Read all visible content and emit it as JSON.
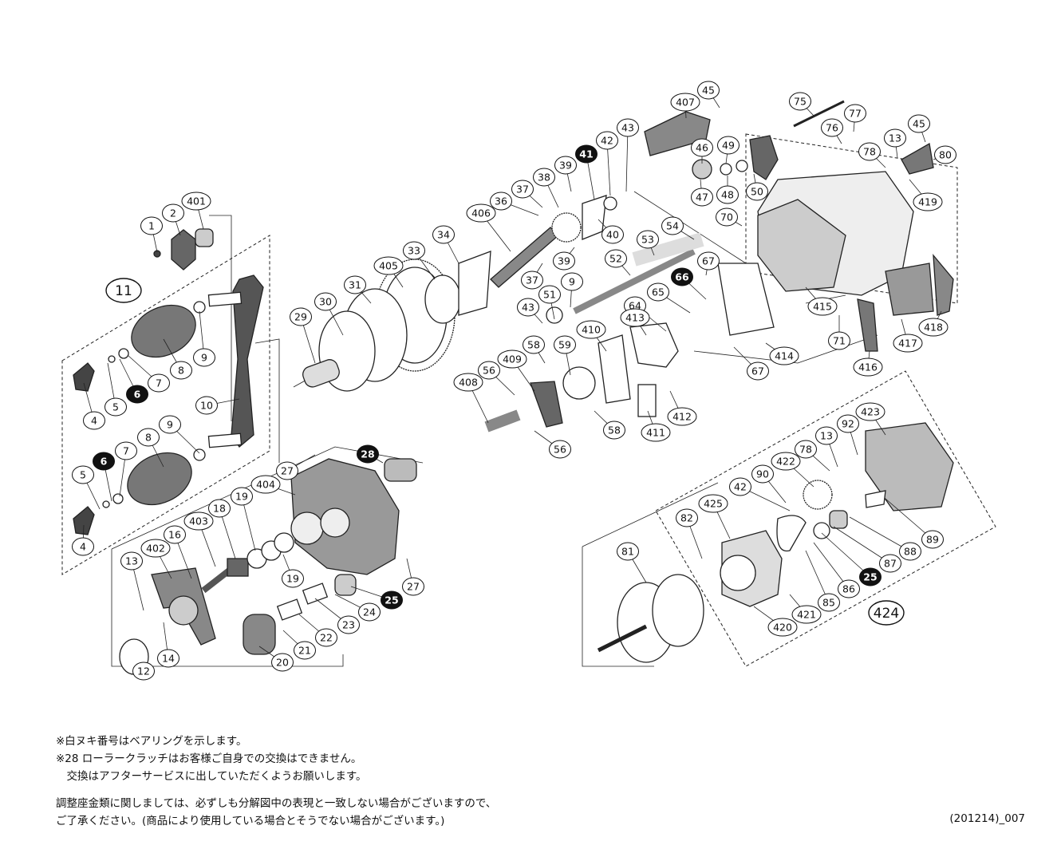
{
  "parts": [
    {
      "id": "p1",
      "label": "1",
      "style": "open"
    },
    {
      "id": "p2",
      "label": "2",
      "style": "open"
    },
    {
      "id": "p401",
      "label": "401",
      "style": "open"
    },
    {
      "id": "p11",
      "label": "11",
      "style": "set"
    },
    {
      "id": "p9a",
      "label": "9",
      "style": "open"
    },
    {
      "id": "p8a",
      "label": "8",
      "style": "open"
    },
    {
      "id": "p7a",
      "label": "7",
      "style": "open"
    },
    {
      "id": "p6a",
      "label": "6",
      "style": "bearing"
    },
    {
      "id": "p5a",
      "label": "5",
      "style": "open"
    },
    {
      "id": "p4a",
      "label": "4",
      "style": "open"
    },
    {
      "id": "p10",
      "label": "10",
      "style": "open"
    },
    {
      "id": "p9b",
      "label": "9",
      "style": "open"
    },
    {
      "id": "p8b",
      "label": "8",
      "style": "open"
    },
    {
      "id": "p7b",
      "label": "7",
      "style": "open"
    },
    {
      "id": "p6b",
      "label": "6",
      "style": "bearing"
    },
    {
      "id": "p5b",
      "label": "5",
      "style": "open"
    },
    {
      "id": "p4b",
      "label": "4",
      "style": "open"
    },
    {
      "id": "p29",
      "label": "29",
      "style": "open"
    },
    {
      "id": "p30",
      "label": "30",
      "style": "open"
    },
    {
      "id": "p31",
      "label": "31",
      "style": "open"
    },
    {
      "id": "p405",
      "label": "405",
      "style": "open"
    },
    {
      "id": "p33",
      "label": "33",
      "style": "open"
    },
    {
      "id": "p34",
      "label": "34",
      "style": "open"
    },
    {
      "id": "p406",
      "label": "406",
      "style": "open"
    },
    {
      "id": "p36",
      "label": "36",
      "style": "open"
    },
    {
      "id": "p37a",
      "label": "37",
      "style": "open"
    },
    {
      "id": "p38",
      "label": "38",
      "style": "open"
    },
    {
      "id": "p39a",
      "label": "39",
      "style": "open"
    },
    {
      "id": "p41",
      "label": "41",
      "style": "bearing"
    },
    {
      "id": "p42a",
      "label": "42",
      "style": "open"
    },
    {
      "id": "p43a",
      "label": "43",
      "style": "open"
    },
    {
      "id": "p40",
      "label": "40",
      "style": "open"
    },
    {
      "id": "p39b",
      "label": "39",
      "style": "open"
    },
    {
      "id": "p37b",
      "label": "37",
      "style": "open"
    },
    {
      "id": "p407",
      "label": "407",
      "style": "open"
    },
    {
      "id": "p45a",
      "label": "45",
      "style": "open"
    },
    {
      "id": "p46",
      "label": "46",
      "style": "open"
    },
    {
      "id": "p49",
      "label": "49",
      "style": "open"
    },
    {
      "id": "p47",
      "label": "47",
      "style": "open"
    },
    {
      "id": "p48",
      "label": "48",
      "style": "open"
    },
    {
      "id": "p50",
      "label": "50",
      "style": "open"
    },
    {
      "id": "p75",
      "label": "75",
      "style": "open"
    },
    {
      "id": "p77",
      "label": "77",
      "style": "open"
    },
    {
      "id": "p76",
      "label": "76",
      "style": "open"
    },
    {
      "id": "p78a",
      "label": "78",
      "style": "open"
    },
    {
      "id": "p13a",
      "label": "13",
      "style": "open"
    },
    {
      "id": "p45b",
      "label": "45",
      "style": "open"
    },
    {
      "id": "p80",
      "label": "80",
      "style": "open"
    },
    {
      "id": "p419",
      "label": "419",
      "style": "open"
    },
    {
      "id": "p70",
      "label": "70",
      "style": "open"
    },
    {
      "id": "p54",
      "label": "54",
      "style": "open"
    },
    {
      "id": "p53",
      "label": "53",
      "style": "open"
    },
    {
      "id": "p52",
      "label": "52",
      "style": "open"
    },
    {
      "id": "p67a",
      "label": "67",
      "style": "open"
    },
    {
      "id": "p66",
      "label": "66",
      "style": "bearing"
    },
    {
      "id": "p65",
      "label": "65",
      "style": "open"
    },
    {
      "id": "p51",
      "label": "51",
      "style": "open"
    },
    {
      "id": "p9c",
      "label": "9",
      "style": "open"
    },
    {
      "id": "p43b",
      "label": "43",
      "style": "open"
    },
    {
      "id": "p64",
      "label": "64",
      "style": "open"
    },
    {
      "id": "p415",
      "label": "415",
      "style": "open"
    },
    {
      "id": "p71",
      "label": "71",
      "style": "open"
    },
    {
      "id": "p418",
      "label": "418",
      "style": "open"
    },
    {
      "id": "p417",
      "label": "417",
      "style": "open"
    },
    {
      "id": "p416",
      "label": "416",
      "style": "open"
    },
    {
      "id": "p414",
      "label": "414",
      "style": "open"
    },
    {
      "id": "p67b",
      "label": "67",
      "style": "open"
    },
    {
      "id": "p410",
      "label": "410",
      "style": "open"
    },
    {
      "id": "p413",
      "label": "413",
      "style": "open"
    },
    {
      "id": "p58a",
      "label": "58",
      "style": "open"
    },
    {
      "id": "p59",
      "label": "59",
      "style": "open"
    },
    {
      "id": "p409",
      "label": "409",
      "style": "open"
    },
    {
      "id": "p56a",
      "label": "56",
      "style": "open"
    },
    {
      "id": "p408",
      "label": "408",
      "style": "open"
    },
    {
      "id": "p58b",
      "label": "58",
      "style": "open"
    },
    {
      "id": "p56b",
      "label": "56",
      "style": "open"
    },
    {
      "id": "p411",
      "label": "411",
      "style": "open"
    },
    {
      "id": "p412",
      "label": "412",
      "style": "open"
    },
    {
      "id": "p27a",
      "label": "27",
      "style": "open"
    },
    {
      "id": "p28",
      "label": "28",
      "style": "bearing"
    },
    {
      "id": "p404",
      "label": "404",
      "style": "open"
    },
    {
      "id": "p19a",
      "label": "19",
      "style": "open"
    },
    {
      "id": "p18",
      "label": "18",
      "style": "open"
    },
    {
      "id": "p403",
      "label": "403",
      "style": "open"
    },
    {
      "id": "p16",
      "label": "16",
      "style": "open"
    },
    {
      "id": "p402",
      "label": "402",
      "style": "open"
    },
    {
      "id": "p13b",
      "label": "13",
      "style": "open"
    },
    {
      "id": "p19b",
      "label": "19",
      "style": "open"
    },
    {
      "id": "p27b",
      "label": "27",
      "style": "open"
    },
    {
      "id": "p25a",
      "label": "25",
      "style": "bearing"
    },
    {
      "id": "p24",
      "label": "24",
      "style": "open"
    },
    {
      "id": "p23",
      "label": "23",
      "style": "open"
    },
    {
      "id": "p22",
      "label": "22",
      "style": "open"
    },
    {
      "id": "p21",
      "label": "21",
      "style": "open"
    },
    {
      "id": "p20",
      "label": "20",
      "style": "open"
    },
    {
      "id": "p14",
      "label": "14",
      "style": "open"
    },
    {
      "id": "p12",
      "label": "12",
      "style": "open"
    },
    {
      "id": "p423",
      "label": "423",
      "style": "open"
    },
    {
      "id": "p92",
      "label": "92",
      "style": "open"
    },
    {
      "id": "p13c",
      "label": "13",
      "style": "open"
    },
    {
      "id": "p78b",
      "label": "78",
      "style": "open"
    },
    {
      "id": "p422",
      "label": "422",
      "style": "open"
    },
    {
      "id": "p90",
      "label": "90",
      "style": "open"
    },
    {
      "id": "p42b",
      "label": "42",
      "style": "open"
    },
    {
      "id": "p425",
      "label": "425",
      "style": "open"
    },
    {
      "id": "p82",
      "label": "82",
      "style": "open"
    },
    {
      "id": "p81",
      "label": "81",
      "style": "open"
    },
    {
      "id": "p89",
      "label": "89",
      "style": "open"
    },
    {
      "id": "p88",
      "label": "88",
      "style": "open"
    },
    {
      "id": "p87",
      "label": "87",
      "style": "open"
    },
    {
      "id": "p25b",
      "label": "25",
      "style": "bearing"
    },
    {
      "id": "p86",
      "label": "86",
      "style": "open"
    },
    {
      "id": "p85",
      "label": "85",
      "style": "open"
    },
    {
      "id": "p421",
      "label": "421",
      "style": "open"
    },
    {
      "id": "p420",
      "label": "420",
      "style": "open"
    },
    {
      "id": "p424",
      "label": "424",
      "style": "set"
    }
  ],
  "notes": [
    "※白ヌキ番号はベアリングを示します。",
    "※28 ローラークラッチはお客様ご自身での交換はできません。",
    "　交換はアフターサービスに出していただくようお願いします。",
    "調整座金類に関しましては、必ずしも分解図中の表現と一致しない場合がございますので、",
    "ご了承ください。(商品により使用している場合とそうでない場合がございます。)"
  ],
  "diagram_code": "(201214)_007"
}
